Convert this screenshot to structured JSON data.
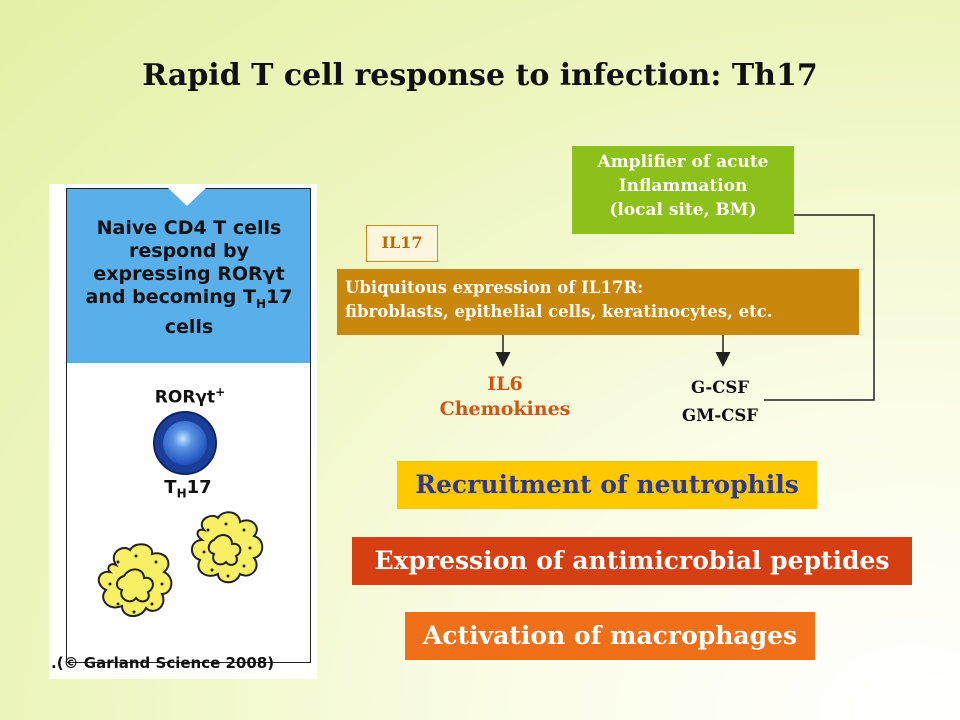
{
  "title": "Rapid T cell response to infection: Th17",
  "figure": {
    "naive_lines": [
      "Naive CD4 T cells",
      "respond by",
      "expressing RORγt",
      "and becoming T",
      "cells"
    ],
    "th_sub": "H",
    "th_suffix": "17",
    "ror_base": "RORγt",
    "ror_sup": "+",
    "th17_label_base": "T",
    "th17_label_sub": "H",
    "th17_label_num": "17",
    "copyright": ".(© Garland Science 2008)"
  },
  "amplifier": {
    "line1": "Amplifier of acute",
    "line2": "Inflammation",
    "line3": "(local site, BM)"
  },
  "il17": "IL17",
  "receptor": {
    "line1": "Ubiquitous expression of IL17R:",
    "line2": "fibroblasts, epithelial cells, keratinocytes, etc."
  },
  "il6": "IL6",
  "chemokines": "Chemokines",
  "gcsf": "G-CSF",
  "gmcsf": "GM-CSF",
  "effects": {
    "recruitment": "Recruitment of neutrophils",
    "peptides": "Expression of antimicrobial peptides",
    "macrophages": "Activation of macrophages"
  },
  "colors": {
    "amplifier_box": "#8cc11b",
    "receptor_box": "#c9870c",
    "recruitment_bar": "#ffc900",
    "peptides_bar": "#d63f12",
    "macrophages_bar": "#f0701a",
    "panel_blue": "#58afea"
  }
}
